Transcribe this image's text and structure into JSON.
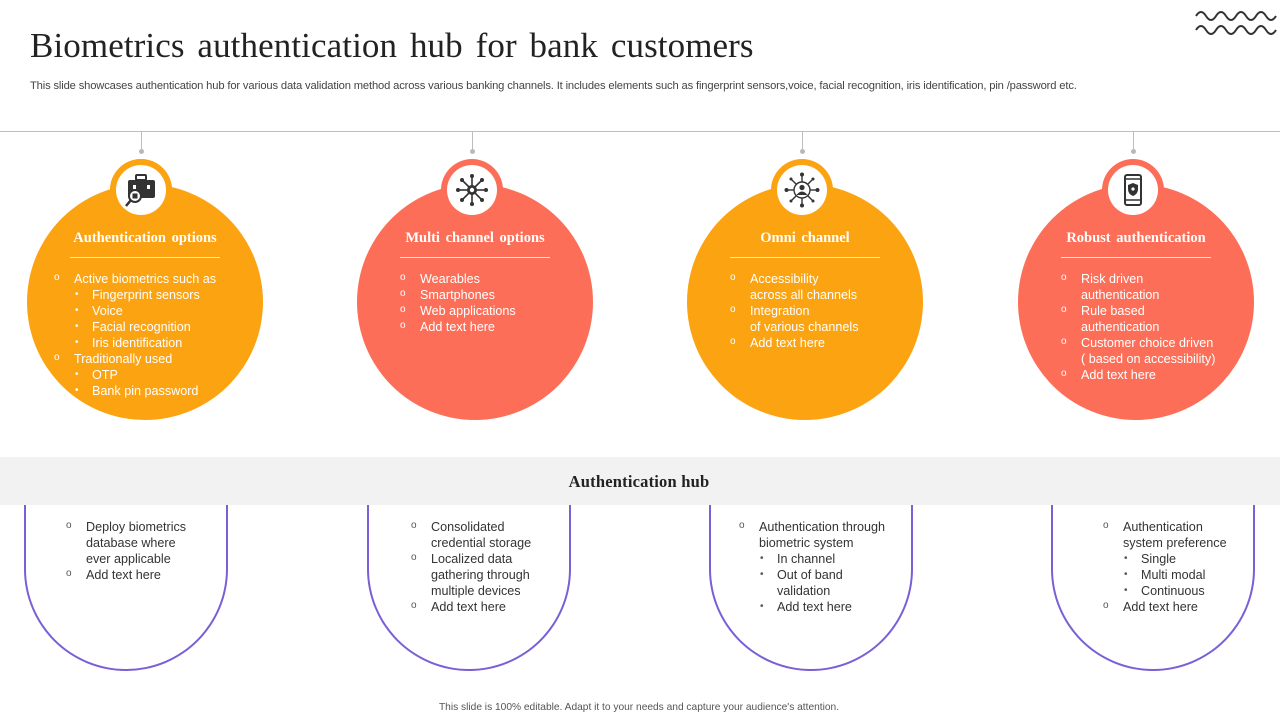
{
  "title": "Biometrics authentication hub for bank customers",
  "subtitle": "This slide showcases authentication hub for various data validation method across various banking channels. It includes elements such as fingerprint sensors,voice, facial recognition, iris identification, pin /password etc.",
  "colors": {
    "orange": "#fca311",
    "coral": "#fd6e58",
    "purple": "#7059db",
    "band": "#f2f2f2",
    "line": "#bdbdbd"
  },
  "cards": [
    {
      "title": "Authentication  options",
      "icon": "briefcase-magnifier-icon",
      "color": "#fca311",
      "items": [
        {
          "level": 1,
          "text": "Active biometrics such as"
        },
        {
          "level": 2,
          "text": "Fingerprint  sensors"
        },
        {
          "level": 2,
          "text": "Voice"
        },
        {
          "level": 2,
          "text": "Facial recognition"
        },
        {
          "level": 2,
          "text": "Iris identification"
        },
        {
          "level": 1,
          "text": "Traditionally  used"
        },
        {
          "level": 2,
          "text": "OTP"
        },
        {
          "level": 2,
          "text": "Bank pin password"
        }
      ]
    },
    {
      "title": "Multi channel  options",
      "icon": "network-hub-icon",
      "color": "#fd6e58",
      "items": [
        {
          "level": 1,
          "text": "Wearables"
        },
        {
          "level": 1,
          "text": "Smartphones"
        },
        {
          "level": 1,
          "text": "Web applications"
        },
        {
          "level": 1,
          "text": "Add text here"
        }
      ]
    },
    {
      "title": "Omni  channel",
      "icon": "user-network-icon",
      "color": "#fca311",
      "items": [
        {
          "level": 1,
          "text": "Accessibility"
        },
        {
          "level": 0,
          "text": "across  all channels"
        },
        {
          "level": 1,
          "text": "Integration"
        },
        {
          "level": 0,
          "text": "of various  channels"
        },
        {
          "level": 1,
          "text": "Add text here"
        }
      ]
    },
    {
      "title": "Robust authentication",
      "icon": "phone-shield-icon",
      "color": "#fd6e58",
      "items": [
        {
          "level": 1,
          "text": "Risk driven"
        },
        {
          "level": 0,
          "text": "authentication"
        },
        {
          "level": 1,
          "text": "Rule based"
        },
        {
          "level": 0,
          "text": "authentication"
        },
        {
          "level": 1,
          "text": "Customer choice driven"
        },
        {
          "level": 0,
          "text": "( based on accessibility)"
        },
        {
          "level": 1,
          "text": "Add text here"
        }
      ]
    }
  ],
  "hub": {
    "label": "Authentication hub"
  },
  "hub_items": [
    {
      "items": [
        {
          "level": 1,
          "text": "Deploy biometrics"
        },
        {
          "level": 0,
          "text": "database where"
        },
        {
          "level": 0,
          "text": "ever applicable"
        },
        {
          "level": 1,
          "text": "Add text here"
        }
      ]
    },
    {
      "items": [
        {
          "level": 1,
          "text": "Consolidated"
        },
        {
          "level": 0,
          "text": "credential storage"
        },
        {
          "level": 1,
          "text": "Localized data"
        },
        {
          "level": 0,
          "text": "gathering through"
        },
        {
          "level": 0,
          "text": "multiple devices"
        },
        {
          "level": 1,
          "text": "Add text here"
        }
      ]
    },
    {
      "items": [
        {
          "level": 1,
          "text": "Authentication through"
        },
        {
          "level": 0,
          "text": "biometric  system"
        },
        {
          "level": 2,
          "text": "In channel"
        },
        {
          "level": 2,
          "text": "Out of band"
        },
        {
          "level": 0,
          "text": "validation",
          "indent": 2
        },
        {
          "level": 2,
          "text": "Add text here"
        }
      ]
    },
    {
      "items": [
        {
          "level": 1,
          "text": "Authentication"
        },
        {
          "level": 0,
          "text": "system preference"
        },
        {
          "level": 2,
          "text": "Single"
        },
        {
          "level": 2,
          "text": "Multi modal"
        },
        {
          "level": 2,
          "text": "Continuous"
        },
        {
          "level": 1,
          "text": "Add text here"
        }
      ]
    }
  ],
  "footer": "This slide is 100% editable.  Adapt it to your needs and capture your audience's attention."
}
